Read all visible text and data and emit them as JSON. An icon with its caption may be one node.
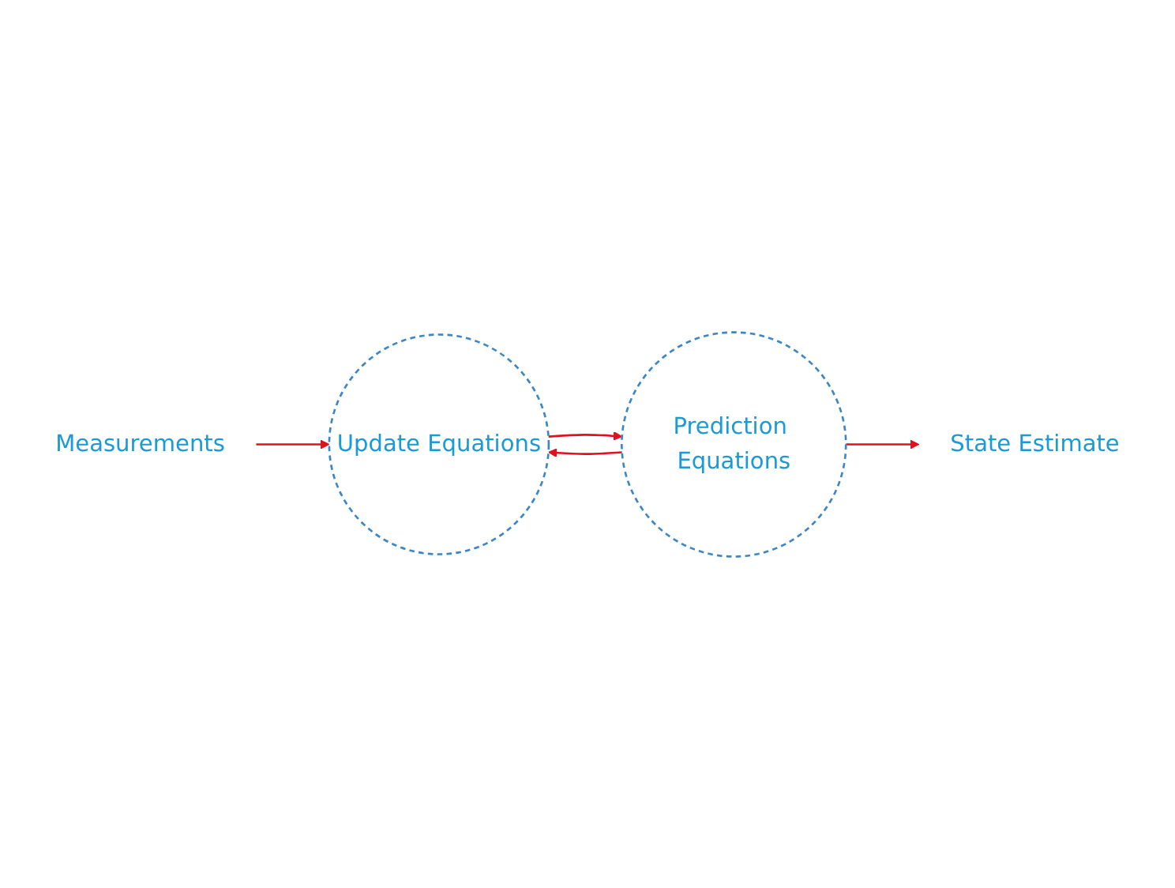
{
  "diagram": {
    "nodes": [
      {
        "text": [
          "Measurements"
        ]
      },
      {
        "text": [
          "Prediction Equations"
        ]
      },
      {
        "text": [
          "Update Equations"
        ]
      },
      {
        "text": [
          "State Estimate"
        ]
      }
    ],
    "edges": [
      {
        "from": 0,
        "to": 2,
        "arrow": "to"
      },
      {
        "from": 1,
        "to": 2,
        "arrow": "to"
      },
      {
        "from": 2,
        "to": 1,
        "arrow": "to"
      },
      {
        "from": 1,
        "to": 3,
        "arrow": "to"
      }
    ]
  }
}
